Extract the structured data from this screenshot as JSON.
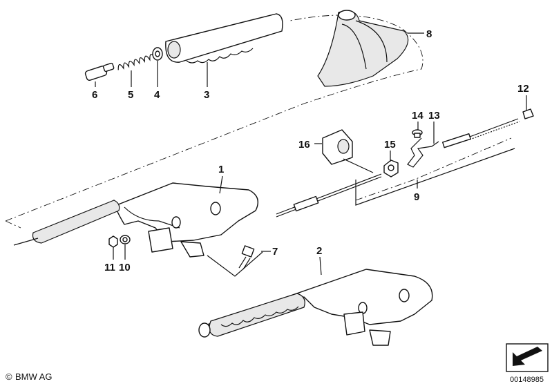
{
  "callouts": {
    "c1": "1",
    "c2": "2",
    "c3": "3",
    "c4": "4",
    "c5": "5",
    "c6": "6",
    "c7": "7",
    "c8": "8",
    "c9": "9",
    "c10": "10",
    "c11": "11",
    "c12": "12",
    "c13": "13",
    "c14": "14",
    "c15": "15",
    "c16": "16"
  },
  "footer": {
    "copyright_symbol": "©",
    "brand": "BMW AG",
    "ref_number": "00148985"
  }
}
